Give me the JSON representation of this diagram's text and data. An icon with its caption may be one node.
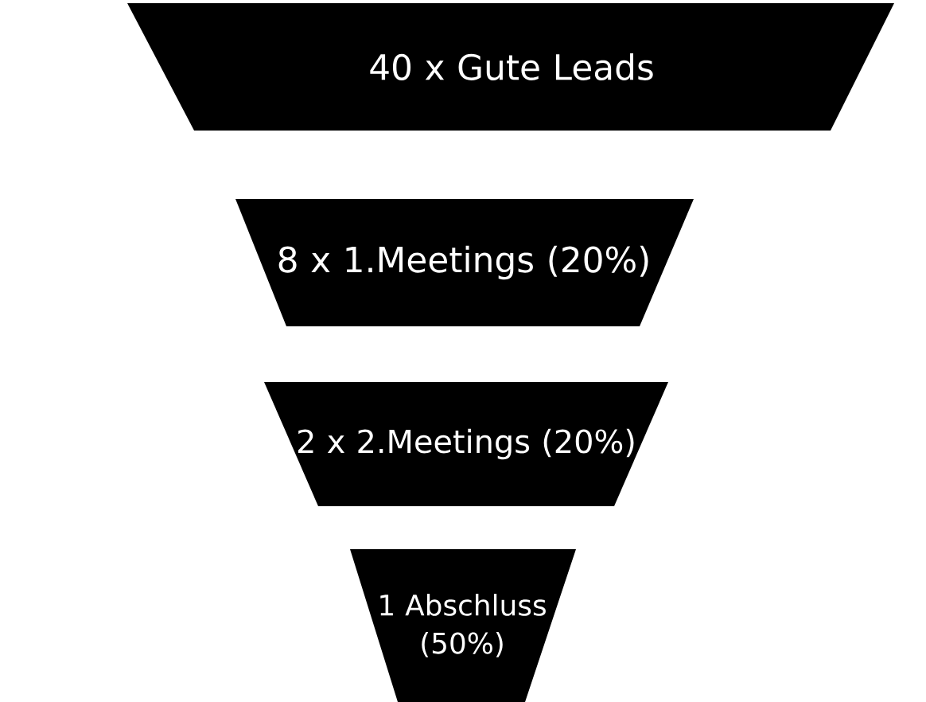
{
  "diagram": {
    "nodes": [
      {
        "text": [
          "40 x Gute Leads"
        ]
      },
      {
        "text": [
          "8 x 1.Meetings (20%)"
        ]
      },
      {
        "text": [
          "2 x 2.Meetings (20%)"
        ]
      },
      {
        "text": [
          "1 Abschluss (50%)"
        ]
      }
    ]
  }
}
